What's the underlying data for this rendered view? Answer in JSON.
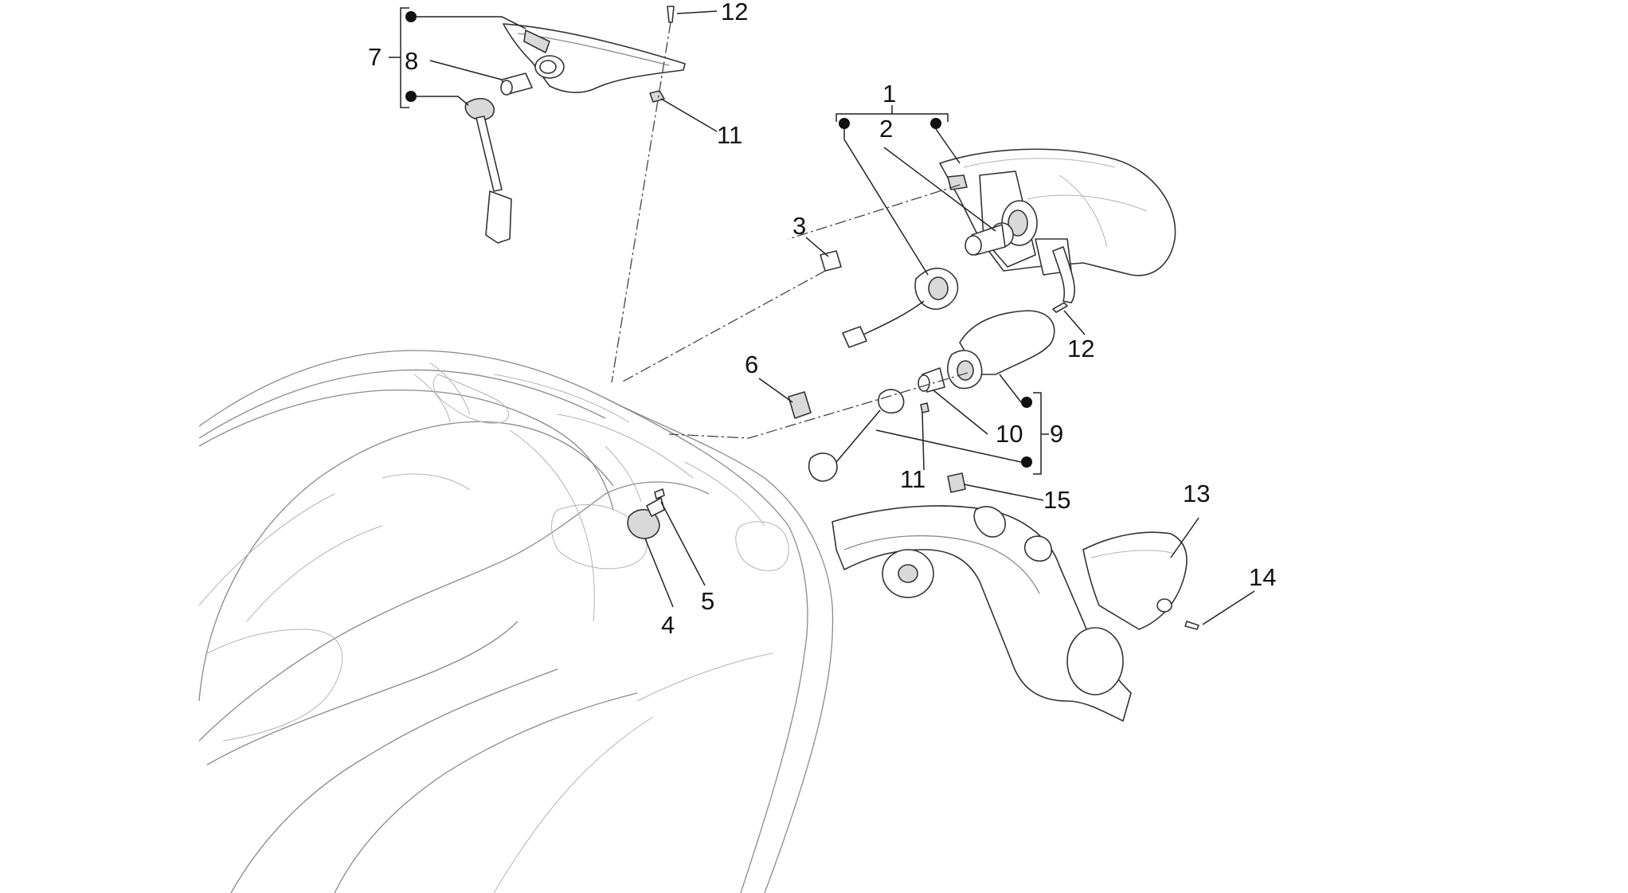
{
  "diagram": {
    "callouts": {
      "c1": "1",
      "c2": "2",
      "c3": "3",
      "c4": "4",
      "c5": "5",
      "c6": "6",
      "c7": "7",
      "c8": "8",
      "c9": "9",
      "c10": "10",
      "c11a": "11",
      "c11b": "11",
      "c12a": "12",
      "c12b": "12",
      "c13": "13",
      "c14": "14",
      "c15": "15"
    }
  }
}
